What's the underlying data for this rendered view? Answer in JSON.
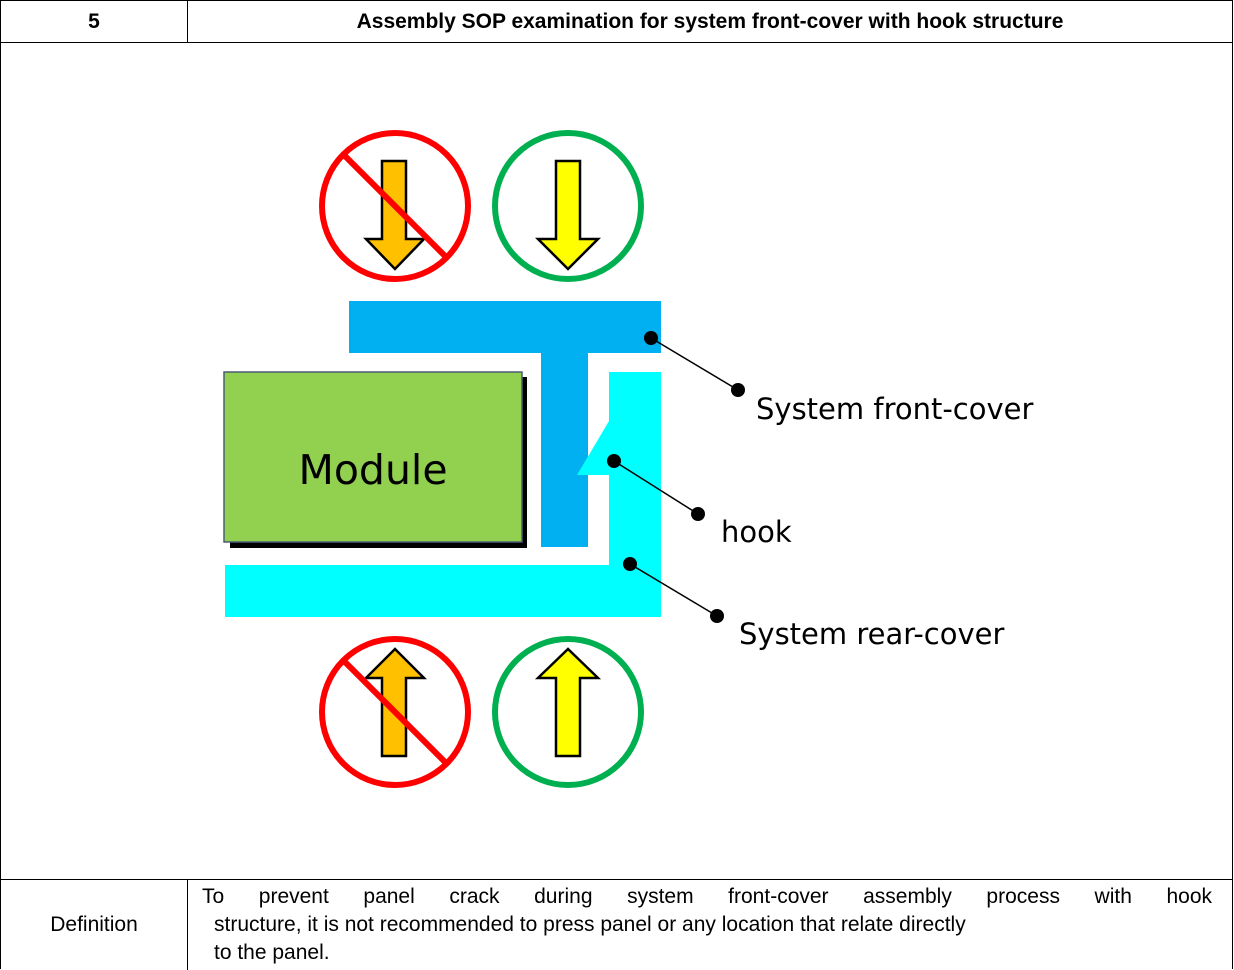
{
  "header": {
    "number": "5",
    "title": "Assembly SOP examination for system front-cover with hook structure"
  },
  "figure": {
    "module_label": "Module",
    "labels": {
      "front_cover": "System front-cover",
      "hook": "hook",
      "rear_cover": "System rear-cover"
    },
    "colors": {
      "front_cover": "#00b0f0",
      "rear_cover": "#00ffff",
      "module": "#92d050",
      "prohibited_circle": "#ff0000",
      "ok_circle": "#00b050",
      "prohibited_arrow": "#ffc000",
      "ok_arrow": "#ffff00"
    },
    "icons": [
      "prohibited-press-down-icon",
      "ok-press-down-icon",
      "prohibited-press-up-icon",
      "ok-press-up-icon"
    ]
  },
  "definition": {
    "label": "Definition",
    "lines": [
      "To prevent panel crack during system front-cover assembly process with hook",
      "structure, it is not recommended to press panel or any location that relate directly",
      "to the panel."
    ]
  }
}
